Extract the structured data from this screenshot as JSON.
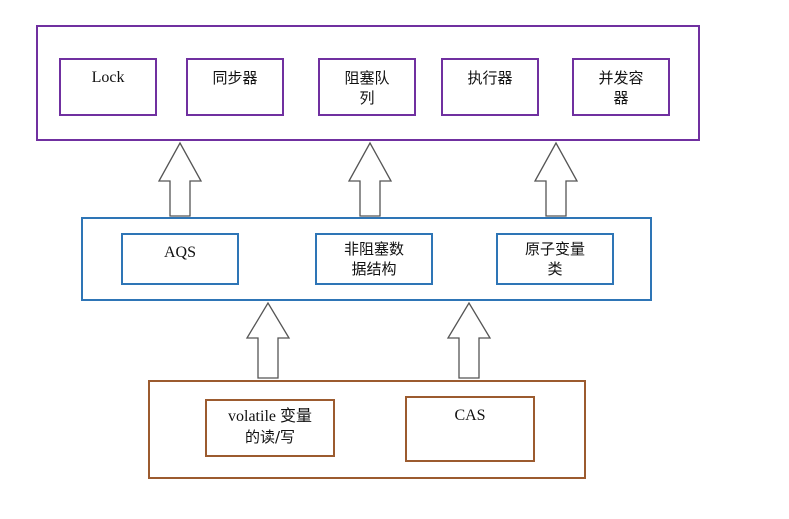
{
  "colors": {
    "top_layer": "#7030a0",
    "middle_layer": "#2e75b6",
    "bottom_layer": "#9c5b2f",
    "arrow_stroke": "#555555"
  },
  "top_layer": {
    "items": [
      {
        "label": "Lock"
      },
      {
        "label": "同步器"
      },
      {
        "label": "阻塞队",
        "label2": "列"
      },
      {
        "label": "执行器"
      },
      {
        "label": "并发容",
        "label2": "器"
      }
    ]
  },
  "middle_layer": {
    "items": [
      {
        "label": "AQS"
      },
      {
        "label": "非阻塞数",
        "label2": "据结构"
      },
      {
        "label": "原子变量",
        "label2": "类"
      }
    ]
  },
  "bottom_layer": {
    "items": [
      {
        "label": "volatile 变量",
        "label2": "的读/写"
      },
      {
        "label": "CAS"
      }
    ]
  }
}
